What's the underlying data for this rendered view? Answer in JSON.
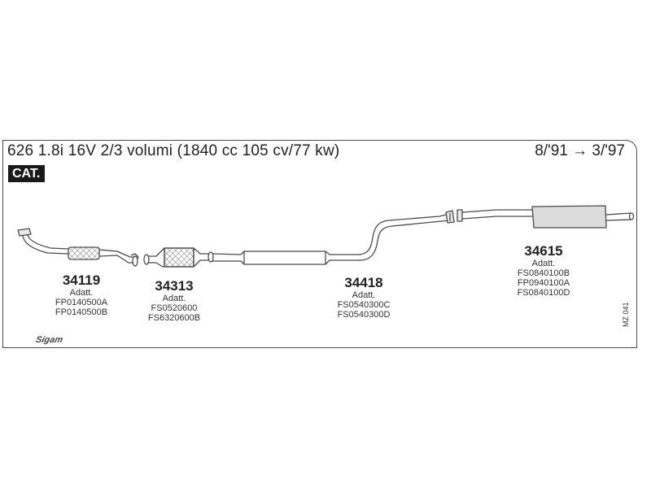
{
  "header": {
    "title": "626 1.8i 16V 2/3 volumi (1840 cc 105 cv/77 kw)",
    "date_range": "8/'91 → 3/'97",
    "badge": "CAT."
  },
  "parts": [
    {
      "number": "34119",
      "adapt_label": "Adatt.",
      "codes": [
        "FP0140500A",
        "FP0140500B"
      ]
    },
    {
      "number": "34313",
      "adapt_label": "Adatt.",
      "codes": [
        "FS0520600",
        "FS6320600B"
      ]
    },
    {
      "number": "34418",
      "adapt_label": "Adatt.",
      "codes": [
        "FS0540300C",
        "FS0540300D"
      ]
    },
    {
      "number": "34615",
      "adapt_label": "Adatt.",
      "codes": [
        "FS0840100B",
        "FP0940100A",
        "FS0840100D"
      ]
    }
  ],
  "drawing_code": "MZ 041",
  "brand": "Sigam",
  "colors": {
    "line": "#4a4a4a",
    "badge": "#1a1a1a",
    "muffler_fill": "#d6d6d6",
    "mesh": "#9a9a9a"
  }
}
